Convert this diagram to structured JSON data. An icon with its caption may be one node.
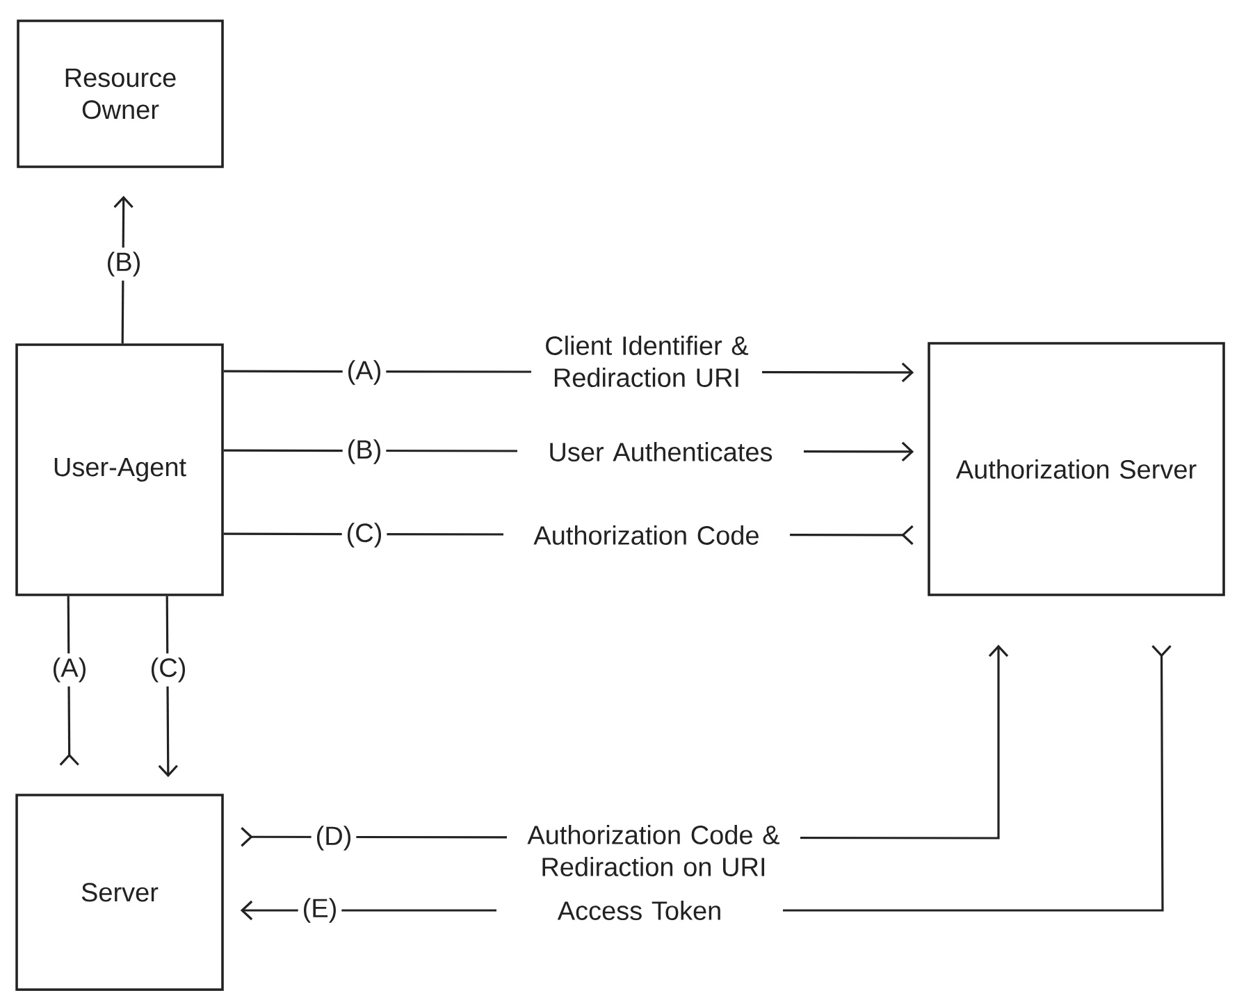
{
  "diagram": {
    "nodes": [
      {
        "text": [
          "Resource Owner"
        ]
      },
      {
        "text": [
          "User-Agent"
        ]
      },
      {
        "text": [
          "Authorization Server"
        ]
      },
      {
        "text": [
          "Server"
        ]
      }
    ],
    "edges": [
      {
        "from": 1,
        "to": 0,
        "arrow": "to",
        "label": "(B)"
      },
      {
        "from": 1,
        "to": 2,
        "arrow": "to",
        "label": "(A)"
      },
      {
        "from": 1,
        "to": 2,
        "arrow": "to",
        "label": "(B)"
      },
      {
        "from": 1,
        "to": 2,
        "arrow": "other",
        "label": "(C)"
      },
      {
        "from": 1,
        "to": 3,
        "arrow": "other",
        "label": "(A)"
      },
      {
        "from": 1,
        "to": 3,
        "arrow": "to",
        "label": "(C)"
      },
      {
        "from": 3,
        "to": 2,
        "arrow": "to",
        "label": "(D)"
      },
      {
        "from": 2,
        "to": 3,
        "arrow": "to",
        "label": "(E)"
      }
    ],
    "labels": [
      "Client Identifier & Rediraction URI",
      "User Authenticates",
      "Authorization Code",
      "Authorization Code & Rediraction on URI",
      "Access Token"
    ]
  }
}
